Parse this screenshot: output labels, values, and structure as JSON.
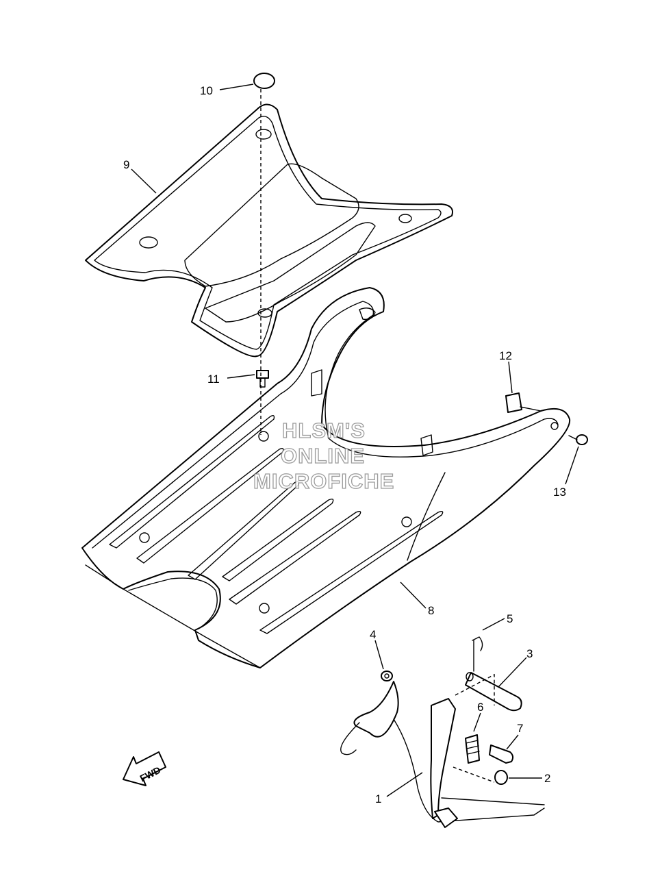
{
  "callouts": [
    "1",
    "2",
    "3",
    "4",
    "5",
    "6",
    "7",
    "8",
    "9",
    "10",
    "11",
    "12",
    "13"
  ],
  "watermark": [
    "HLSM'S",
    "ONLINE",
    "MICROFICHE"
  ],
  "direction_label": "FWD"
}
